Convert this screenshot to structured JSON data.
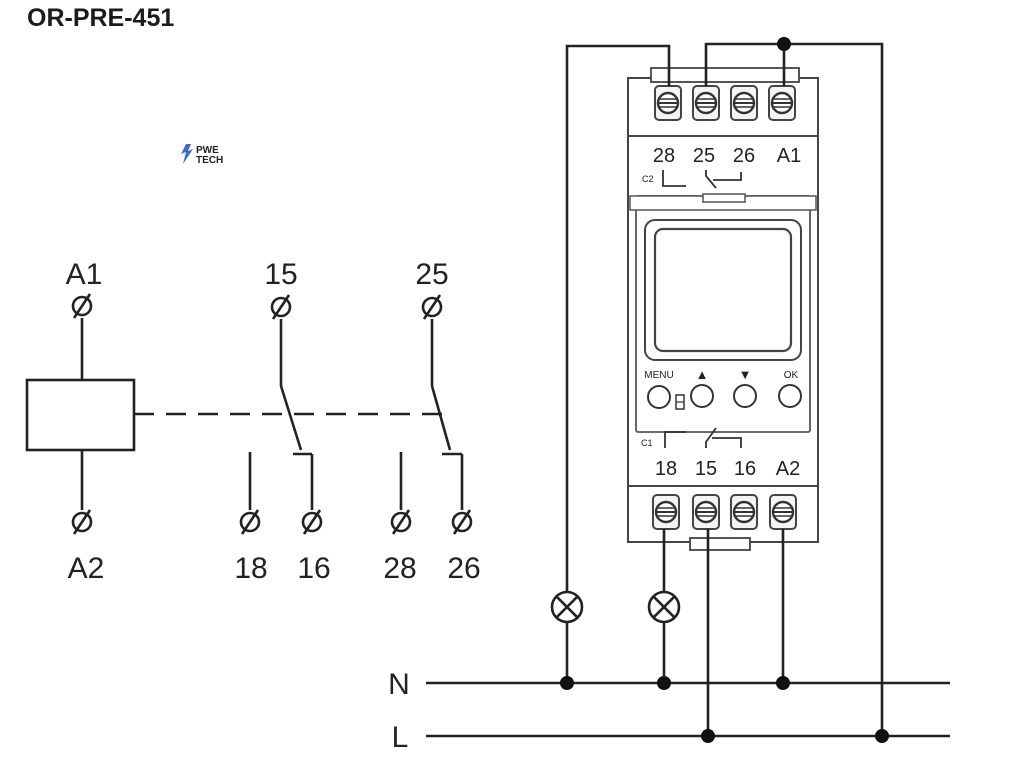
{
  "title": "OR-PRE-451",
  "logo": {
    "line1": "PWE",
    "line2": "TECH"
  },
  "schematic": {
    "coil_top": "A1",
    "coil_bottom": "A2",
    "contact1_common": "15",
    "contact1_nc": "18",
    "contact1_no": "16",
    "contact2_common": "25",
    "contact2_nc": "28",
    "contact2_no": "26"
  },
  "device": {
    "top_terminals": [
      "28",
      "25",
      "26",
      "A1"
    ],
    "bottom_terminals": [
      "18",
      "15",
      "16",
      "A2"
    ],
    "c2_label": "C2",
    "c1_label": "C1",
    "buttons": {
      "menu": "MENU",
      "up": "▲",
      "down": "▼",
      "ok": "OK"
    }
  },
  "lines": {
    "neutral": "N",
    "live": "L"
  },
  "colors": {
    "line": "#222222",
    "device_outline": "#444444"
  }
}
